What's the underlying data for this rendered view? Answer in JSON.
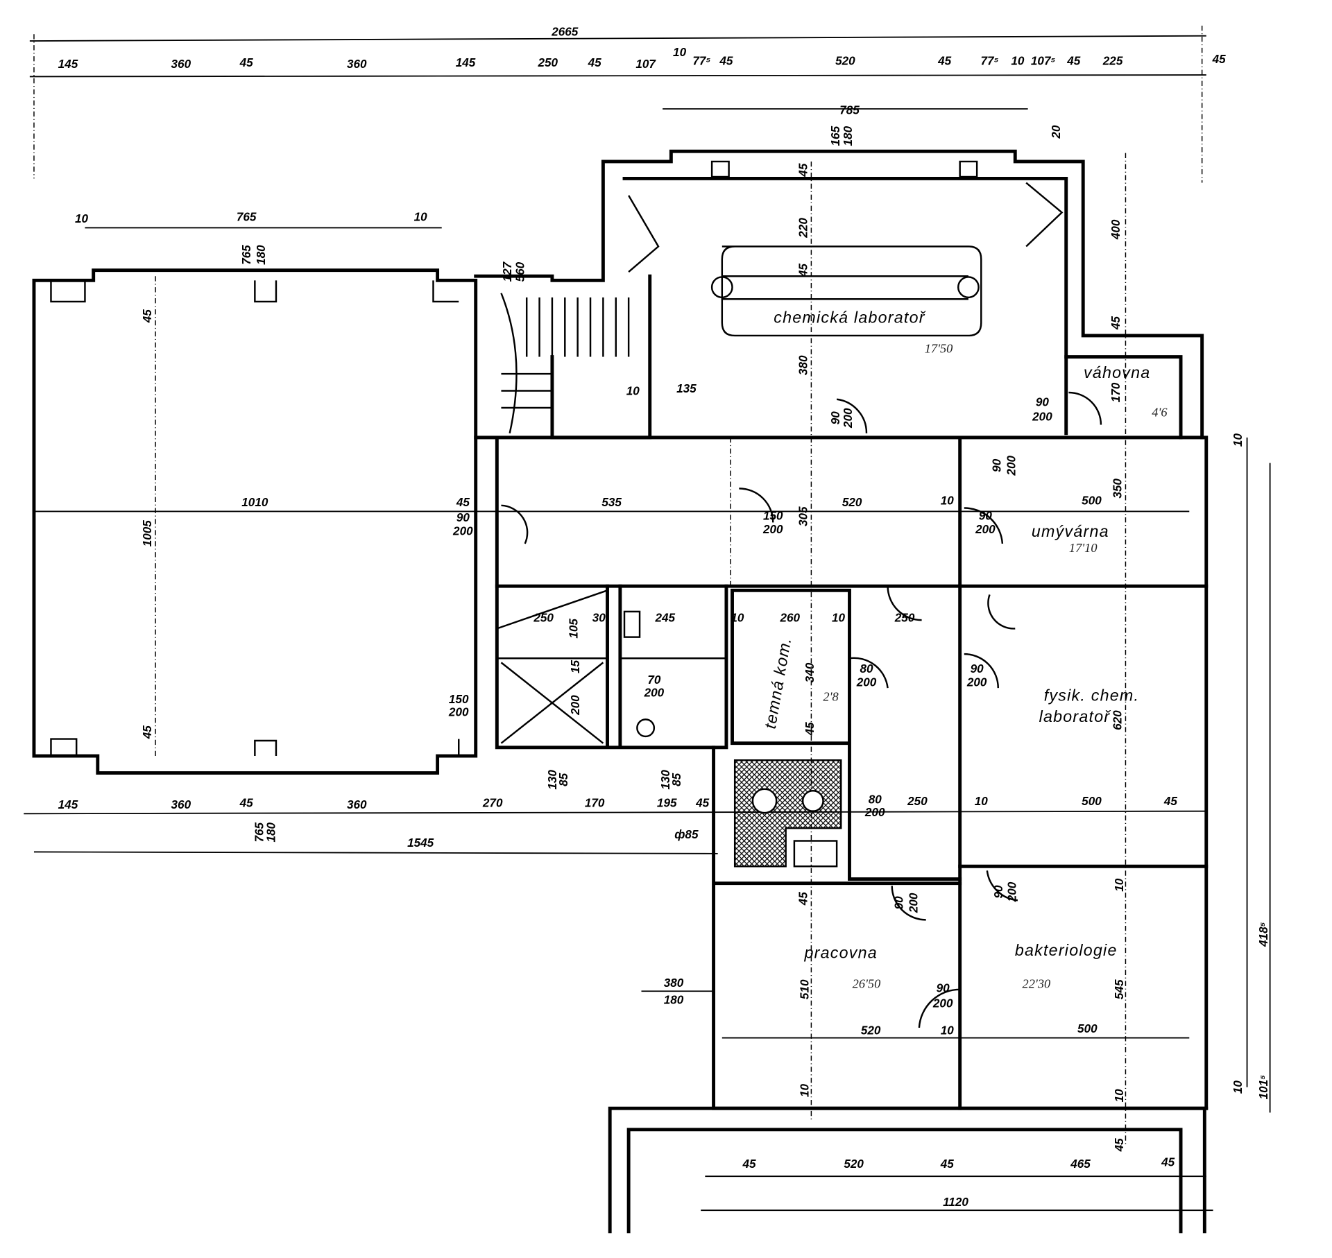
{
  "rooms": {
    "chem_lab": "chemická laboratoř",
    "chem_area": "17'50",
    "vahovna": "váhovna",
    "vahovna_area": "4'6",
    "umyvarna": "umývárna",
    "umyvarna_area": "17'10",
    "temna": "temná kom.",
    "temna_area": "2'8",
    "fysik1": "fysik. chem.",
    "fysik2": "laboratoř",
    "pracovna": "pracovna",
    "pracovna_area": "26'50",
    "bakteriologie": "bakteriologie",
    "bakteriologie_area": "22'30"
  },
  "overall": {
    "total": "2665",
    "bottom_total": "1120",
    "left_total": "1545",
    "right_total": "418⁵"
  },
  "top_row": [
    "145",
    "360",
    "45",
    "360",
    "145",
    "250",
    "45",
    "107",
    "10",
    "77⁵",
    "45",
    "520",
    "45",
    "77⁵",
    "10",
    "107⁵",
    "45",
    "225",
    "45"
  ],
  "mid_row": [
    "145",
    "360",
    "45",
    "360",
    "270",
    "170",
    "195",
    "45",
    "250",
    "10",
    "500",
    "45"
  ],
  "bottom_row": [
    "45",
    "520",
    "45",
    "465",
    "45"
  ],
  "dims": {
    "d785": "785",
    "d165": "165",
    "d180": "180",
    "hall_10a": "10",
    "hall_765": "765",
    "hall_10b": "10",
    "hall_h765": "765",
    "hall_h180": "180",
    "hall_45a": "45",
    "hall_1010": "1010",
    "hall_1005": "1005",
    "hall_45b": "45",
    "stair_127": "127",
    "stair_560": "560",
    "c45a": "45",
    "c220": "220",
    "c45b": "45",
    "c380": "380",
    "c135": "135",
    "c10": "10",
    "c400": "400",
    "c45c": "45",
    "c170": "170",
    "door90": "90",
    "door200": "200",
    "k535": "535",
    "k45": "45",
    "k150": "150",
    "k305": "305",
    "k520": "520",
    "k10": "10",
    "k500": "500",
    "k350": "350",
    "s250": "250",
    "s30": "30",
    "s245": "245",
    "s10a": "10",
    "s260": "260",
    "s10b": "10",
    "s250b": "250",
    "s340": "340",
    "s80": "80",
    "s200": "200",
    "s70": "70",
    "s45": "45",
    "s620": "620",
    "s105": "105",
    "s15": "15",
    "m130": "130",
    "m85": "85",
    "m765": "765",
    "m180": "180",
    "phi85": "ф85",
    "p510": "510",
    "p545": "545",
    "p380": "380",
    "p180": "180",
    "p520": "520",
    "p10": "10",
    "p500": "500",
    "p10b": "10",
    "p10c": "10",
    "p45": "45",
    "p10d": "10",
    "b45": "45",
    "r10a": "10",
    "r10b": "10",
    "r101": "101⁵",
    "r20": "20"
  }
}
